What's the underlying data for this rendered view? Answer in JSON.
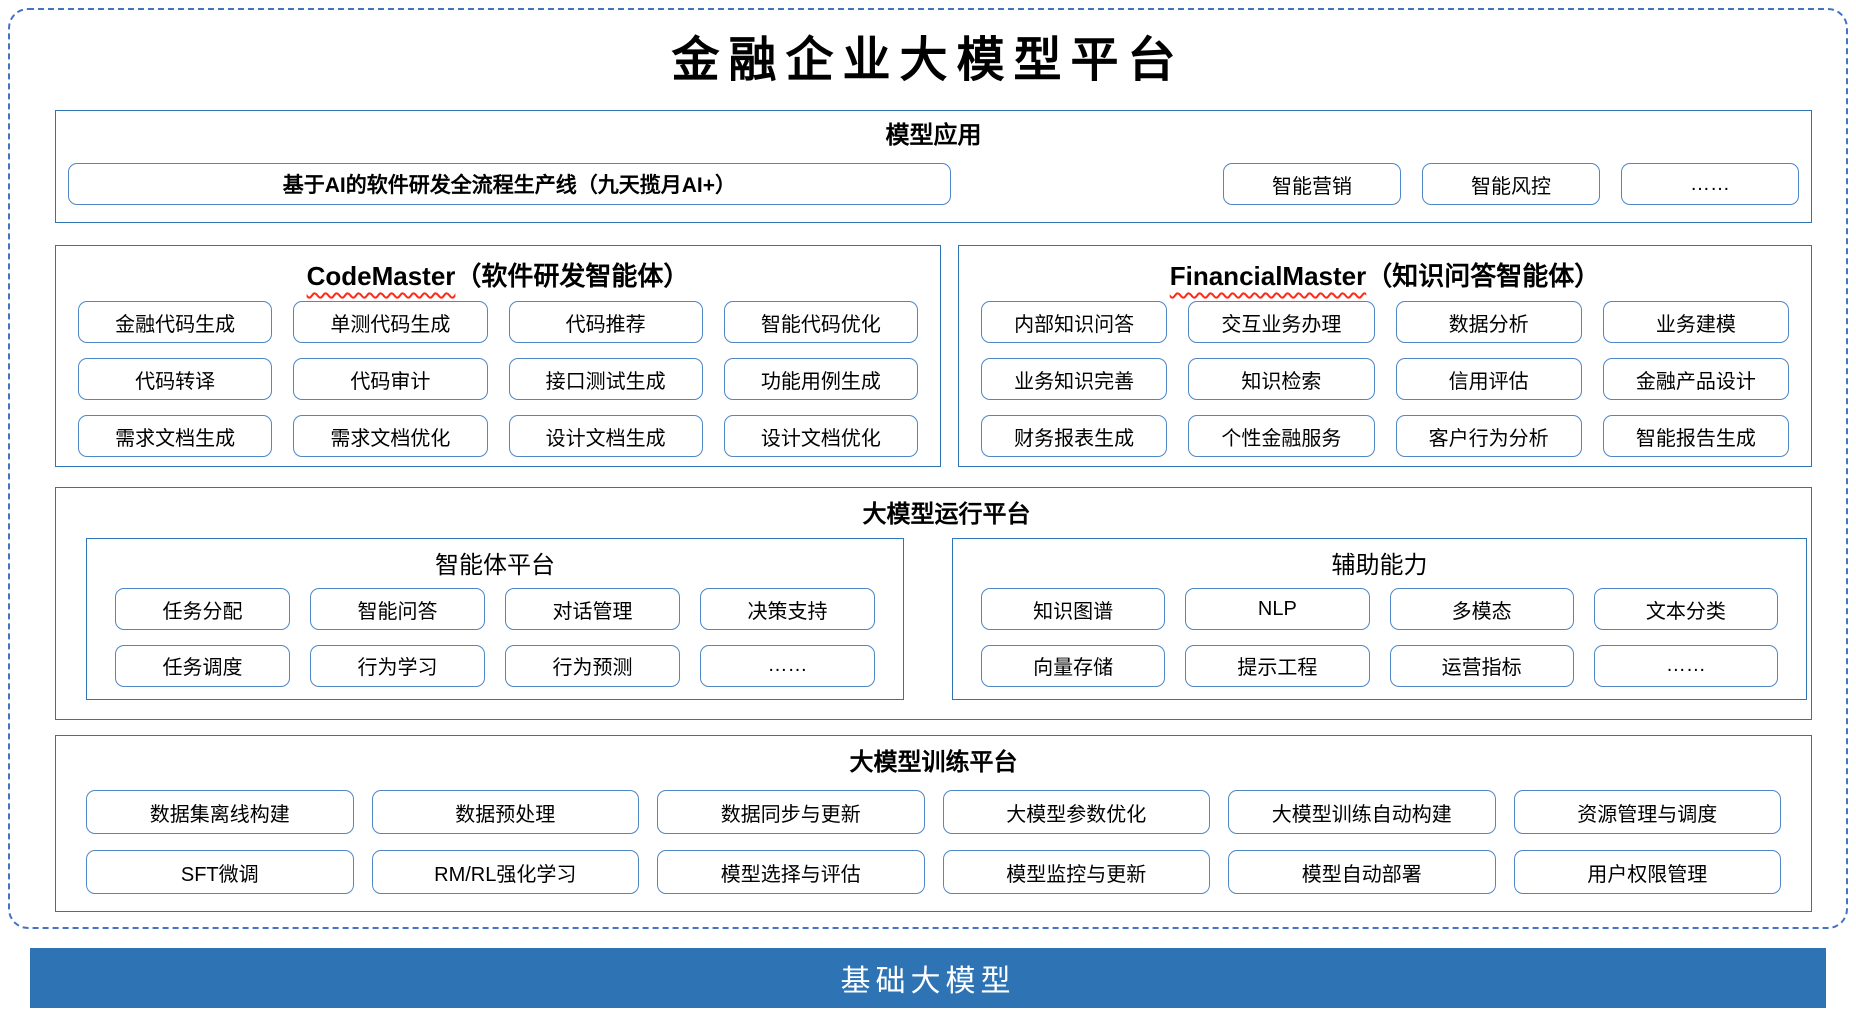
{
  "title": "金融企业大模型平台",
  "model_app": {
    "title": "模型应用",
    "pipeline": "基于AI的软件研发全流程生产线（九天揽月AI+）",
    "items": [
      "智能营销",
      "智能风控",
      "……"
    ]
  },
  "code_master": {
    "name": "CodeMaster",
    "suffix": "（软件研发智能体）",
    "items": [
      "金融代码生成",
      "单测代码生成",
      "代码推荐",
      "智能代码优化",
      "代码转译",
      "代码审计",
      "接口测试生成",
      "功能用例生成",
      "需求文档生成",
      "需求文档优化",
      "设计文档生成",
      "设计文档优化"
    ]
  },
  "financial_master": {
    "name": "FinancialMaster",
    "suffix": "（知识问答智能体）",
    "items": [
      "内部知识问答",
      "交互业务办理",
      "数据分析",
      "业务建模",
      "业务知识完善",
      "知识检索",
      "信用评估",
      "金融产品设计",
      "财务报表生成",
      "个性金融服务",
      "客户行为分析",
      "智能报告生成"
    ]
  },
  "runtime": {
    "title": "大模型运行平台",
    "agent_platform": {
      "title": "智能体平台",
      "items": [
        "任务分配",
        "智能问答",
        "对话管理",
        "决策支持",
        "任务调度",
        "行为学习",
        "行为预测",
        "……"
      ]
    },
    "aux": {
      "title": "辅助能力",
      "items": [
        "知识图谱",
        "NLP",
        "多模态",
        "文本分类",
        "向量存储",
        "提示工程",
        "运营指标",
        "……"
      ]
    }
  },
  "training": {
    "title": "大模型训练平台",
    "items": [
      "数据集离线构建",
      "数据预处理",
      "数据同步与更新",
      "大模型参数优化",
      "大模型训练自动构建",
      "资源管理与调度",
      "SFT微调",
      "RM/RL强化学习",
      "模型选择与评估",
      "模型监控与更新",
      "模型自动部署",
      "用户权限管理"
    ]
  },
  "base_model": {
    "title": "基础大模型"
  },
  "colors": {
    "section_border": "#2E75B6",
    "item_border": "#4E86C6",
    "dashed_border": "#4472C4",
    "base_bar_fill": "#2E74B5",
    "wavy_underline": "#FF2A1A"
  }
}
